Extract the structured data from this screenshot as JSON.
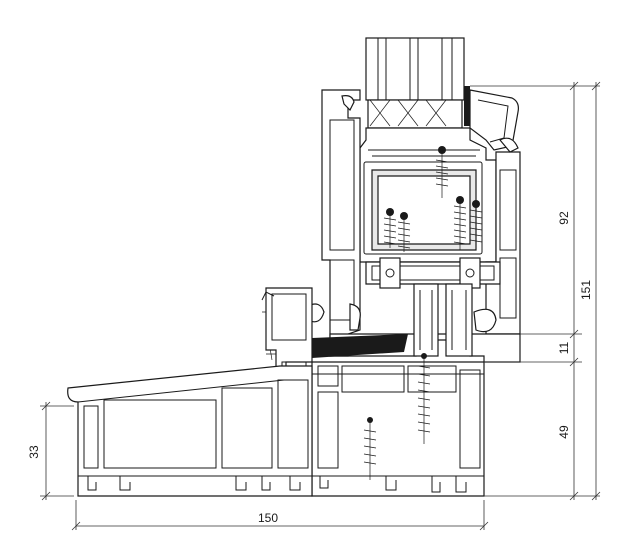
{
  "dimensions": {
    "width_bottom": "150",
    "sill_height_left": "33",
    "height_bottom_right": "49",
    "gap_right": "11",
    "upper_right": "92",
    "total_right": "151"
  },
  "colors": {
    "line": "#1a1a1a",
    "fill": "#ffffff",
    "gasket": "#1a1a1a",
    "steel": "#e9e9e9"
  },
  "components": [
    "glazing-unit",
    "sash-profile",
    "frame-profile",
    "steel-reinforcement",
    "hardware-fittings",
    "fixing-screws",
    "sill-extension-profile",
    "seal-gasket",
    "sill-board"
  ]
}
